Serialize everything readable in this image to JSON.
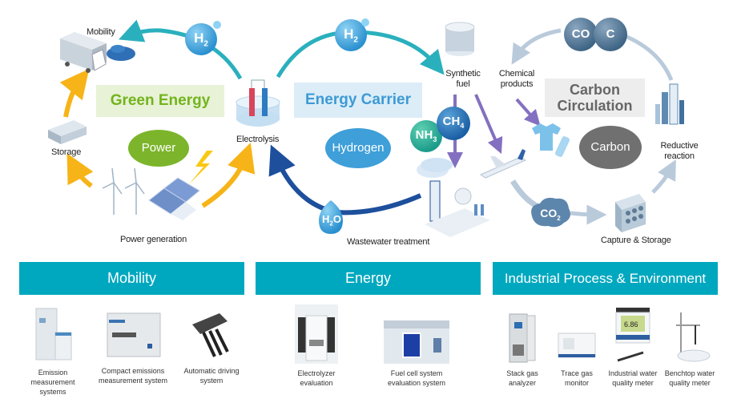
{
  "diagram": {
    "sections": {
      "green_energy": "Green Energy",
      "energy_carrier": "Energy Carrier",
      "carbon_circulation_line1": "Carbon",
      "carbon_circulation_line2": "Circulation"
    },
    "core_ellipses": {
      "power": "Power",
      "hydrogen": "Hydrogen",
      "carbon": "Carbon"
    },
    "molecules": {
      "h2_left": "H",
      "h2_left_sub": "2",
      "h2_center": "H",
      "h2_center_sub": "2",
      "h2o": "H",
      "h2o_sub": "2",
      "h2o_end": "O",
      "nh3": "NH",
      "nh3_sub": "3",
      "ch4": "CH",
      "ch4_sub": "4",
      "co": "CO",
      "c": "C",
      "co2": "CO",
      "co2_sub": "2"
    },
    "labels": {
      "mobility": "Mobility",
      "storage": "Storage",
      "power_generation": "Power generation",
      "electrolysis": "Electrolysis",
      "synthetic_fuel_line1": "Synthetic",
      "synthetic_fuel_line2": "fuel",
      "chemical_products_line1": "Chemical",
      "chemical_products_line2": "products",
      "wastewater_treatment": "Wastewater treatment",
      "reductive_reaction_line1": "Reductive",
      "reductive_reaction_line2": "reaction",
      "capture_storage": "Capture & Storage"
    },
    "colors": {
      "green_accent": "#72b41d",
      "blue_accent": "#3d9ad4",
      "carbon_gray": "#707070",
      "teal_arrow": "#2ab0bd",
      "orange_arrow": "#f7b418",
      "navy_arrow": "#1d4f9c",
      "purple_arrow": "#8470c0",
      "gray_arrow": "#b9cadb"
    }
  },
  "categories": [
    {
      "title": "Mobility",
      "products": [
        {
          "line1": "Emission",
          "line2": "measurement",
          "line3": "systems"
        },
        {
          "line1": "Compact emissions",
          "line2": "measurement system"
        },
        {
          "line1": "Automatic driving",
          "line2": "system"
        }
      ]
    },
    {
      "title": "Energy",
      "products": [
        {
          "line1": "Electrolyzer",
          "line2": "evaluation"
        },
        {
          "line1": "Fuel cell system",
          "line2": "evaluation system"
        }
      ]
    },
    {
      "title": "Industrial Process & Environment",
      "products": [
        {
          "line1": "Stack gas",
          "line2": "analyzer"
        },
        {
          "line1": "Trace gas",
          "line2": "monitor"
        },
        {
          "line1": "Industrial water",
          "line2": "quality meter",
          "display": "6.86"
        },
        {
          "line1": "Benchtop water",
          "line2": "quality meter"
        }
      ]
    }
  ],
  "header_color": "#00a8bf"
}
